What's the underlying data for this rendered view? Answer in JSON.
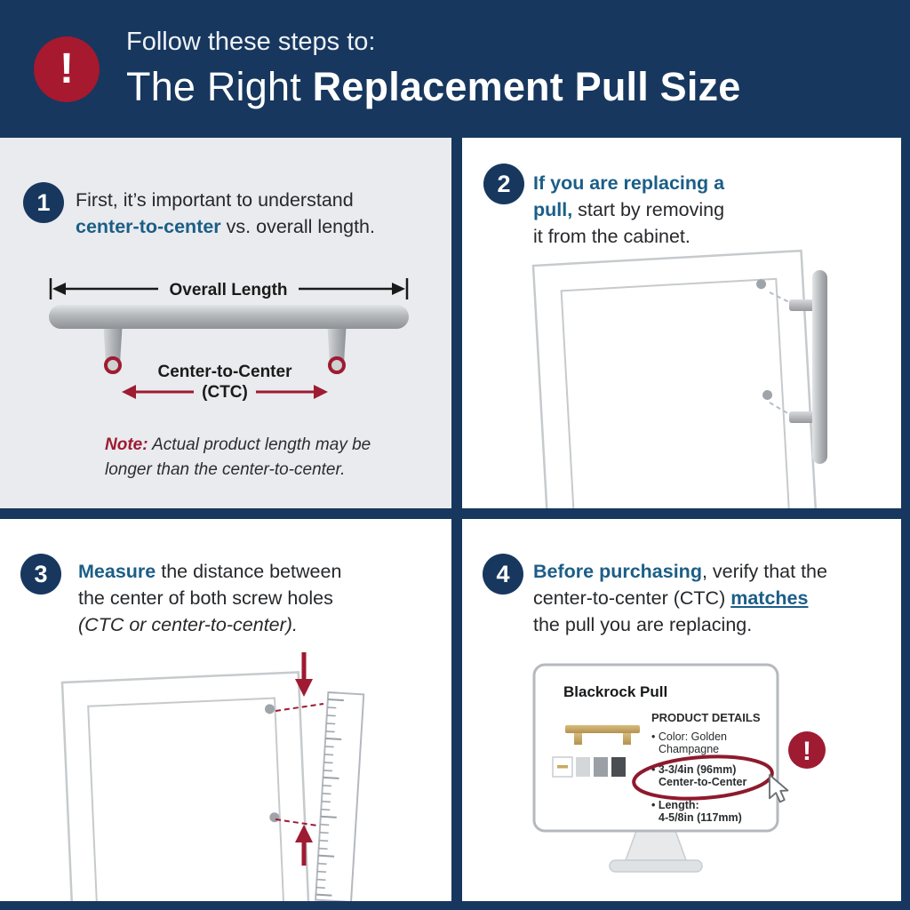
{
  "colors": {
    "navy": "#17375e",
    "crimson": "#9e1b32",
    "accent_blue": "#1b5e87",
    "panel_gray": "#e9ebee"
  },
  "header": {
    "alert": "!",
    "eyebrow": "Follow these steps to:",
    "title_light": "The Right ",
    "title_bold": "Replacement Pull Size"
  },
  "step1": {
    "number": "1",
    "line1": "First, it’s important to understand",
    "line2_bold": "center-to-center",
    "line2_rest": " vs. overall length.",
    "overall_label": "Overall Length",
    "ctc_line1": "Center-to-Center",
    "ctc_line2": "(CTC)",
    "note_label": "Note:",
    "note_line1": " Actual product length may be",
    "note_line2": "longer than the center-to-center."
  },
  "step2": {
    "number": "2",
    "line1_bold": "If you are replacing a",
    "line2_bold": "pull,",
    "line2_rest": " start by removing",
    "line3": "it from the cabinet."
  },
  "step3": {
    "number": "3",
    "line1_bold": "Measure",
    "line1_rest": " the distance between",
    "line2": "the center of both screw holes",
    "line3": "(CTC or center-to-center)."
  },
  "step4": {
    "number": "4",
    "line1_bold": "Before purchasing",
    "line1_rest": ", verify that the",
    "line2_pre": "center-to-center (CTC) ",
    "line2_underline": "matches",
    "line3": "the pull you are replacing.",
    "monitor": {
      "product_title": "Blackrock Pull",
      "details_header": "PRODUCT DETAILS",
      "b1_line1": "• Color: Golden",
      "b1_line2": "Champagne",
      "b2_line1": "• 3-3/4in (96mm)",
      "b2_line2": "Center-to-Center",
      "b3_line1": "• Length:",
      "b3_line2": "4-5/8in (117mm)",
      "alert": "!"
    }
  }
}
